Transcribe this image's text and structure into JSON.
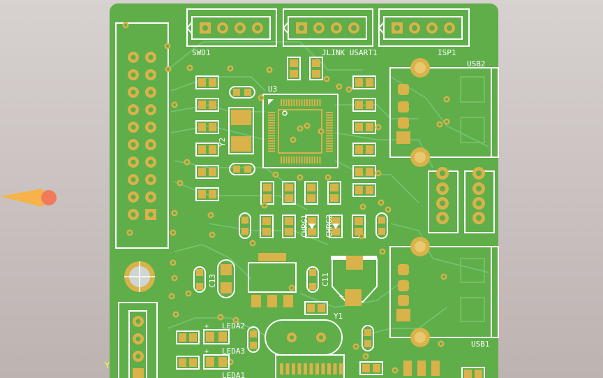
{
  "view": {
    "board_color": "#5fae4a",
    "copper_color": "#d9b24a",
    "silk_color": "#ffffff",
    "trace_color": "#6cc06b",
    "background_color": "#c9c1bf",
    "cursor_color": "#ff8a4a"
  },
  "labels": {
    "swd1": "SWD1",
    "jlink_usart1": "JLINK USART1",
    "isp1": "ISP1",
    "usb2": "USB2",
    "usb1": "USB1",
    "u3": "U3",
    "y2": "Y2",
    "y1": "Y1",
    "chrg1": "CHRG1",
    "chrg2": "CHRG2",
    "c13": "C13",
    "c11": "C11",
    "leda2": "LEDA2",
    "leda3": "LEDA3",
    "leda1": "LEDA1",
    "axis_y": "Y"
  }
}
